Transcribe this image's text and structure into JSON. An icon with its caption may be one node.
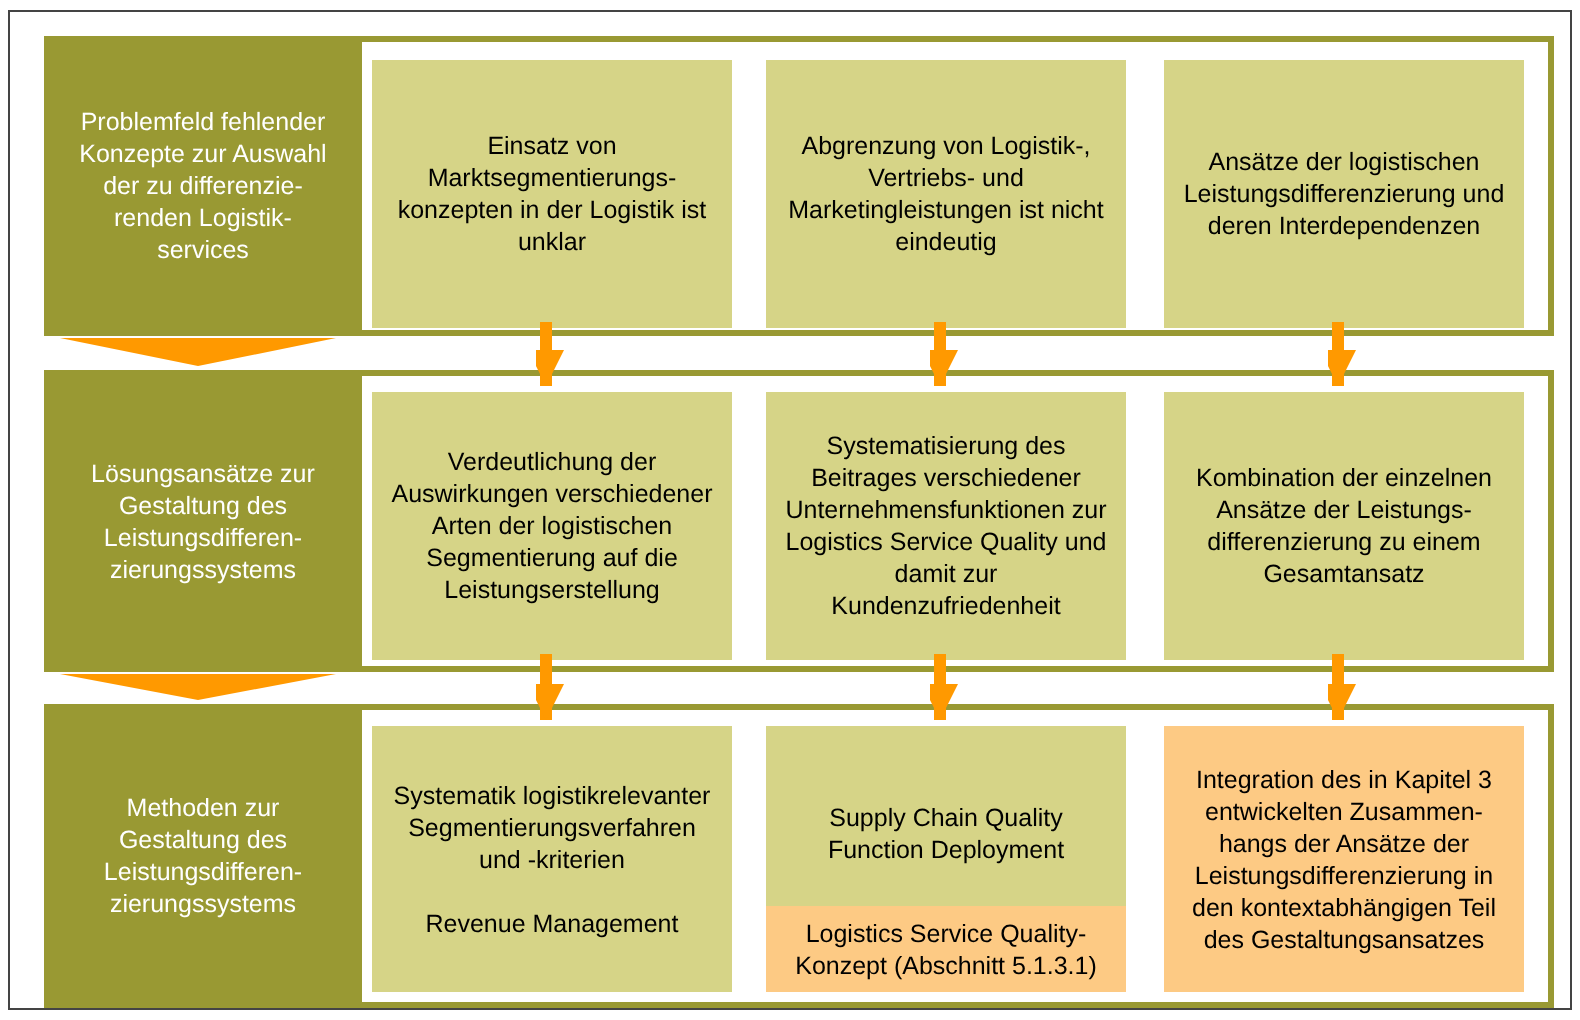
{
  "diagram": {
    "nodes": [
      {
        "text": [
          "Problemfeld fehlender Konzepte zur Auswahl der zu differenzie- renden Logistik- services"
        ]
      },
      {
        "text": [
          "Einsatz von Marktsegmentierungs- konzepten in der Logistik ist unklar"
        ],
        "in": 0
      },
      {
        "text": [
          "Abgrenzung von Logistik-, Vertriebs- und Marketingleistungen ist nicht eindeutig"
        ],
        "in": 0
      },
      {
        "text": [
          "Ansätze der logistischen Leistungsdifferenzierung und deren Interdependenzen"
        ],
        "in": 0
      },
      {
        "text": [
          "Lösungsansätze zur Gestaltung des Leistungsdifferen- zierungssystems"
        ]
      },
      {
        "text": [
          "Verdeutlichung der Auswirkungen verschiedener Arten der logistischen Segmentierung auf die Leistungserstellung"
        ],
        "in": 4
      },
      {
        "text": [
          "Systematisierung des Beitrages verschiedener Unternehmensfunktionen zur Logistics Service Quality und damit zur Kundenzufriedenheit"
        ],
        "in": 4
      },
      {
        "text": [
          "Kombination der einzelnen Ansätze der Leistungs- differenzierung zu einem Gesamtansatz"
        ],
        "in": 4
      },
      {
        "text": [
          "Methoden zur Gestaltung des Leistungsdifferen- zierungssystems"
        ]
      },
      {
        "text": [
          "Systematik logistikrelevanter Segmentierungsverfahren und -kriterien",
          "Revenue Management"
        ],
        "in": 8
      },
      {
        "text": [
          "Supply Chain Quality Function Deployment"
        ],
        "in": 8
      },
      {
        "text": [
          "Logistics Service Quality- Konzept (Abschnitt 5.1.3.1)"
        ],
        "in": 10
      },
      {
        "text": [
          "Integration des in Kapitel 3 entwickelten Zusammen- hangs der Ansätze der Leistungsdifferenzierung in den kontextabhängigen Teil des Gestaltungsansatzes"
        ],
        "in": 8
      }
    ],
    "edges": [
      {
        "from": 0,
        "to": 4,
        "arrow": "to",
        "style": "thick"
      },
      {
        "from": 4,
        "to": 8,
        "arrow": "to",
        "style": "thick"
      },
      {
        "from": 1,
        "to": 5,
        "arrow": "to"
      },
      {
        "from": 2,
        "to": 6,
        "arrow": "to"
      },
      {
        "from": 3,
        "to": 7,
        "arrow": "to"
      },
      {
        "from": 5,
        "to": 9,
        "arrow": "to"
      },
      {
        "from": 6,
        "to": 10,
        "arrow": "to"
      },
      {
        "from": 7,
        "to": 12,
        "arrow": "to"
      }
    ]
  }
}
